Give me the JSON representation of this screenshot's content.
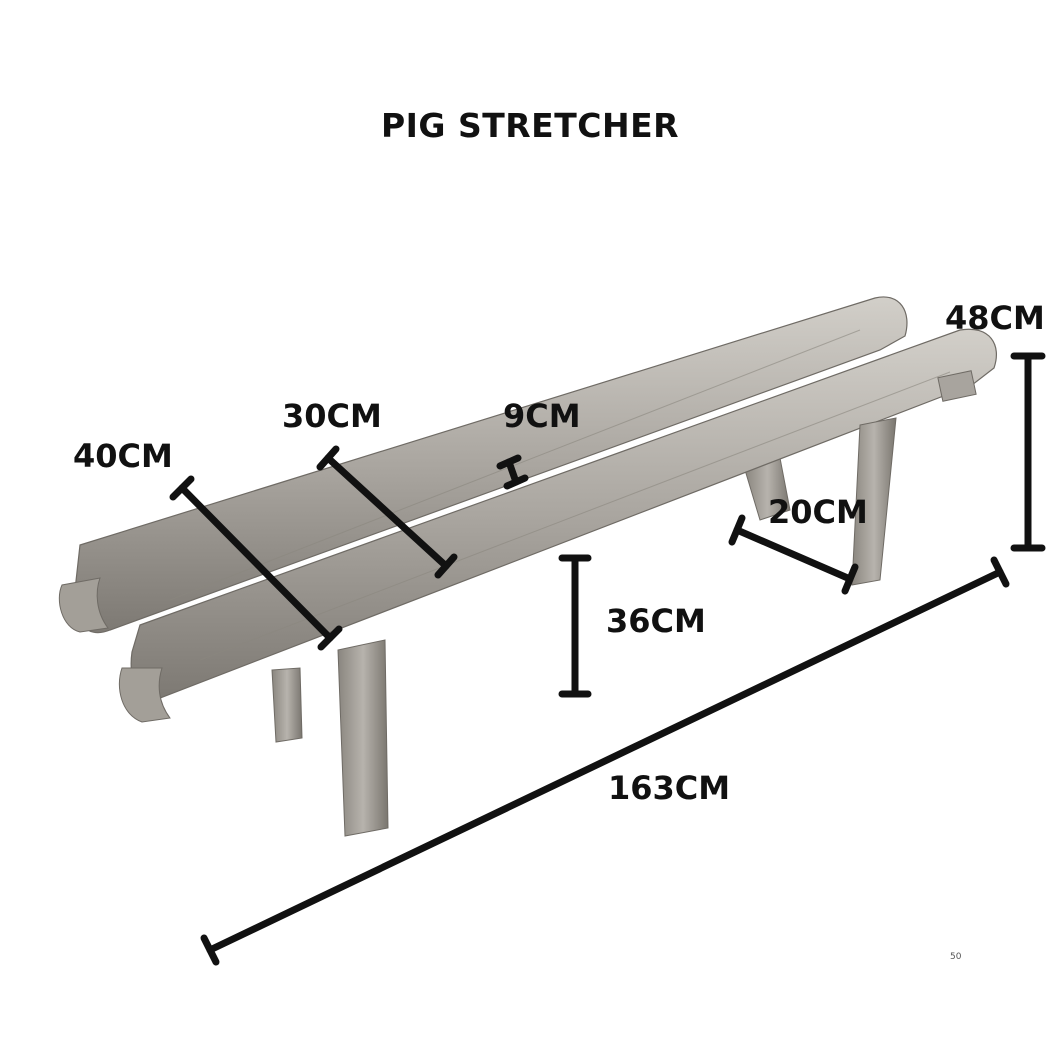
{
  "title": "PIG STRETCHER",
  "dimensions": {
    "overall_length": "163CM",
    "height": "48CM",
    "seat_height": "36CM",
    "depth": "40CM",
    "log_width": "30CM",
    "gap": "9CM",
    "leg_spread": "20CM"
  },
  "page_number": "50",
  "colors": {
    "ink": "#111111",
    "wood_light": "#bdbab4",
    "wood_mid": "#9e9a93",
    "wood_dark": "#6f6b65"
  }
}
